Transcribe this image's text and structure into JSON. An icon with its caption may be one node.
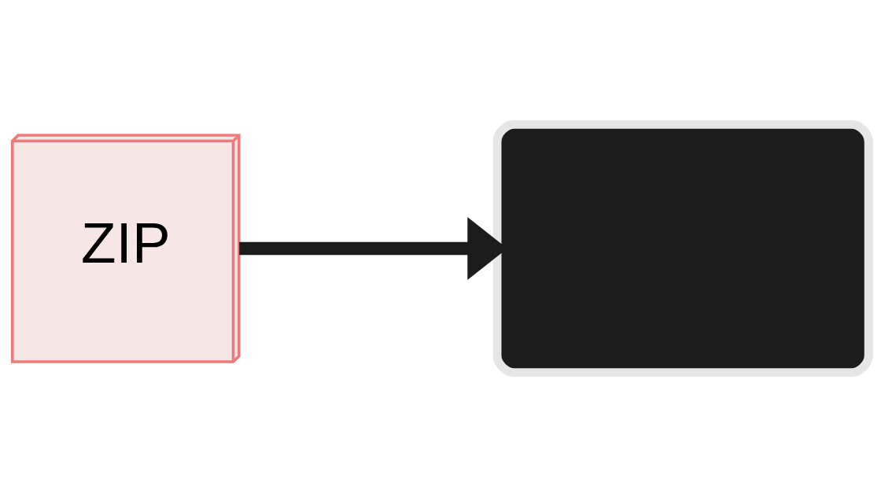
{
  "diagram": {
    "nodes": [
      {
        "text": [
          "ZIP"
        ]
      },
      {
        "text": [],
        "shape": "laptop"
      }
    ],
    "edges": [
      {
        "from": 0,
        "to": 1,
        "arrow": "to"
      }
    ]
  }
}
